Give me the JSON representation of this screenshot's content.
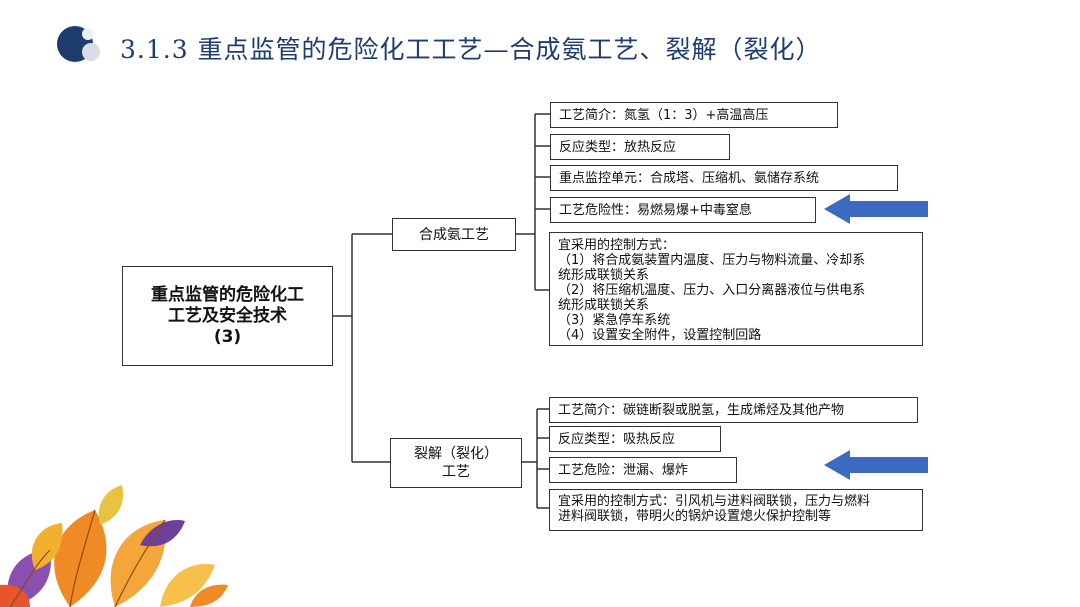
{
  "title": "3.1.3 重点监管的危险化工工艺—合成氨工艺、裂解（裂化）",
  "colors": {
    "accent": "#1f3c6e",
    "arrow": "#3c6bc1"
  },
  "root": {
    "line1": "重点监管的危险化工",
    "line2": "工艺及安全技术",
    "line3": "(3)"
  },
  "branches": [
    {
      "label": "合成氨工艺",
      "items": [
        "工艺简介：氮氢（1：3）+高温高压",
        "反应类型：放热反应",
        "重点监控单元：合成塔、压缩机、氨储存系统",
        "工艺危险性：易燃易爆+中毒窒息"
      ],
      "control": [
        "宜采用的控制方式：",
        "（1）将合成氨装置内温度、压力与物料流量、冷却系",
        "统形成联锁关系",
        "（2）将压缩机温度、压力、入口分离器液位与供电系",
        "统形成联锁关系",
        "（3）紧急停车系统",
        "（4）设置安全附件，设置控制回路"
      ]
    },
    {
      "label_line1": "裂解（裂化）",
      "label_line2": "工艺",
      "items": [
        "工艺简介：碳链断裂或脱氢，生成烯烃及其他产物",
        "反应类型：吸热反应",
        "工艺危险：泄漏、爆炸"
      ],
      "control": [
        "宜采用的控制方式：引风机与进料阀联锁，压力与燃料",
        "进料阀联锁，带明火的锅炉设置熄火保护控制等"
      ]
    }
  ]
}
